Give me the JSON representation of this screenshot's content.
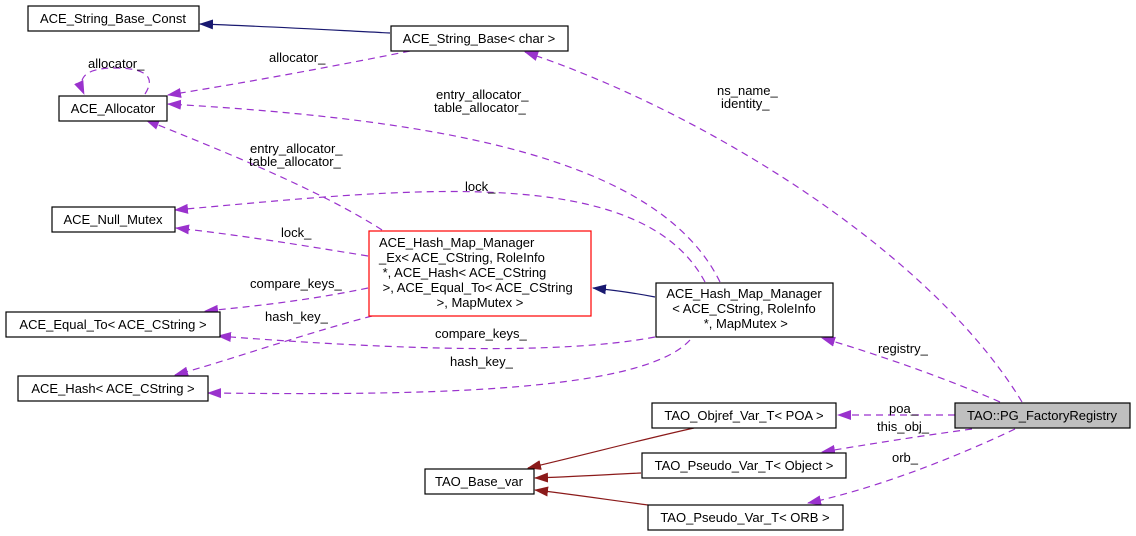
{
  "diagram": {
    "title": "TAO::PG_FactoryRegistry collaboration graph",
    "colors": {
      "usage_edge": "#9a32cd",
      "inherit_edge_blue": "#191970",
      "inherit_edge_red": "#8b1a1a",
      "focus_node_fill": "#bfbfbf",
      "incomplete_node_border": "#ff0000"
    },
    "nodes": [
      {
        "id": "string_base_const",
        "lines": [
          "ACE_String_Base_Const"
        ]
      },
      {
        "id": "string_base_char",
        "lines": [
          "ACE_String_Base< char >"
        ]
      },
      {
        "id": "allocator",
        "lines": [
          "ACE_Allocator"
        ]
      },
      {
        "id": "null_mutex",
        "lines": [
          "ACE_Null_Mutex"
        ]
      },
      {
        "id": "hash_map_manager_ex",
        "lines": [
          "ACE_Hash_Map_Manager",
          "_Ex< ACE_CString, RoleInfo",
          " *, ACE_Hash< ACE_CString",
          " >, ACE_Equal_To< ACE_CString",
          ">, MapMutex >"
        ]
      },
      {
        "id": "hash_map_manager",
        "lines": [
          "ACE_Hash_Map_Manager",
          "< ACE_CString, RoleInfo",
          " *, MapMutex >"
        ]
      },
      {
        "id": "equal_to",
        "lines": [
          "ACE_Equal_To< ACE_CString >"
        ]
      },
      {
        "id": "hash",
        "lines": [
          "ACE_Hash< ACE_CString >"
        ]
      },
      {
        "id": "objref_var_poa",
        "lines": [
          "TAO_Objref_Var_T< POA >"
        ]
      },
      {
        "id": "base_var",
        "lines": [
          "TAO_Base_var"
        ]
      },
      {
        "id": "pseudo_var_object",
        "lines": [
          "TAO_Pseudo_Var_T< Object >"
        ]
      },
      {
        "id": "pseudo_var_orb",
        "lines": [
          "TAO_Pseudo_Var_T< ORB >"
        ]
      },
      {
        "id": "pg_factory_registry",
        "lines": [
          "TAO::PG_FactoryRegistry"
        ]
      }
    ],
    "edge_labels": {
      "allocator_self": "allocator_",
      "allocator_from_string_base": "allocator_",
      "ns_name": [
        "ns_name_",
        "identity_"
      ],
      "entry_alloc_top": [
        "entry_allocator_",
        "table_allocator_"
      ],
      "entry_alloc_mid": [
        "entry_allocator_",
        "table_allocator_"
      ],
      "lock_top": "lock_",
      "lock_mid": "lock_",
      "compare_keys_top": "compare_keys_",
      "hash_key_top": "hash_key_",
      "compare_keys_bottom": "compare_keys_",
      "hash_key_bottom": "hash_key_",
      "registry": "registry_",
      "poa": "poa_",
      "this_obj": "this_obj_",
      "orb": "orb_"
    }
  }
}
